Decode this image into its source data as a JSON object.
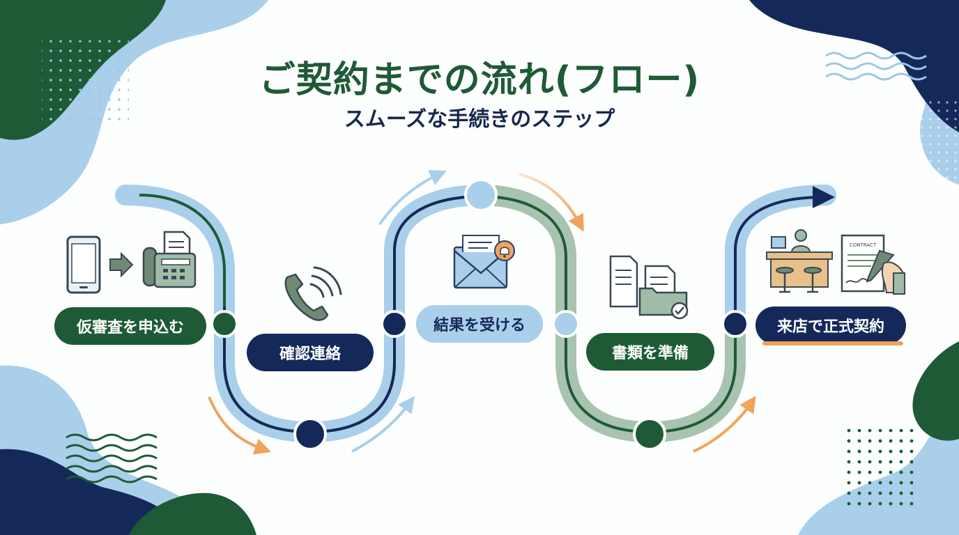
{
  "title": "ご契約までの流れ(フロー)",
  "subtitle": "スムーズな手続きのステップ",
  "steps": [
    {
      "label": "仮審査を申込む"
    },
    {
      "label": "確認連絡"
    },
    {
      "label": "結果を受ける"
    },
    {
      "label": "書類を準備"
    },
    {
      "label": "来店で正式契約"
    }
  ],
  "contract_doc_text": "CONTRACT",
  "colors": {
    "dark_green": "#1e5a36",
    "navy": "#14295a",
    "light_blue": "#a9cfea",
    "sage": "#9fbca6",
    "orange": "#f0a35a"
  },
  "icons": [
    "smartphone-icon",
    "arrow-right-icon",
    "fax-machine-icon",
    "phone-call-icon",
    "email-notification-icon",
    "documents-folder-icon",
    "reception-desk-icon",
    "contract-signing-icon"
  ]
}
